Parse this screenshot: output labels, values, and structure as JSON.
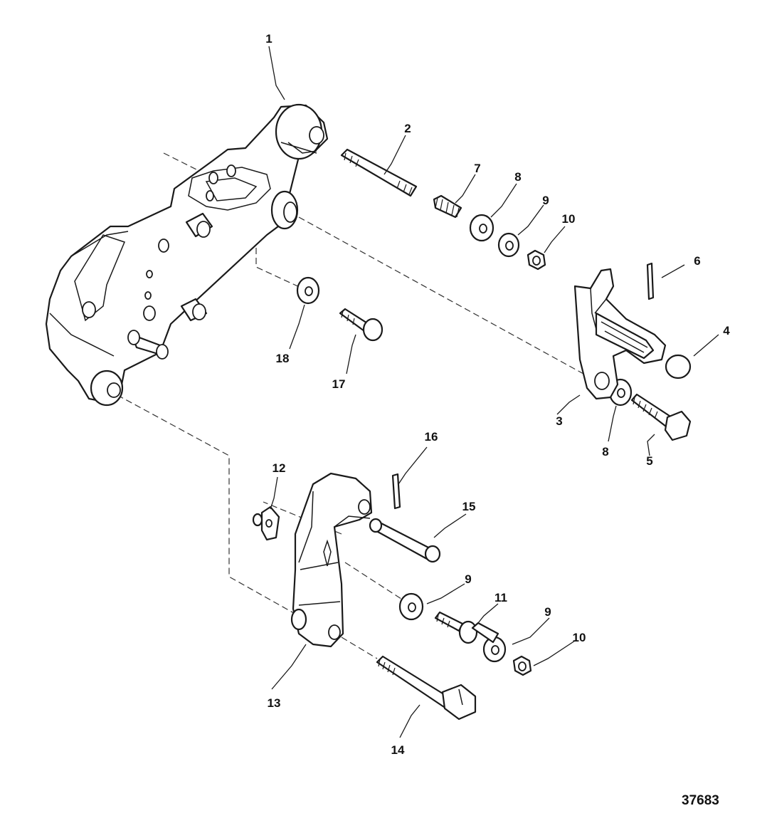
{
  "callouts": {
    "c1": "1",
    "c2": "2",
    "c3": "3",
    "c4": "4",
    "c5": "5",
    "c6": "6",
    "c7": "7",
    "c8a": "8",
    "c8b": "8",
    "c9a": "9",
    "c9b": "9",
    "c9c": "9",
    "c10a": "10",
    "c10b": "10",
    "c11": "11",
    "c12": "12",
    "c13": "13",
    "c14": "14",
    "c15": "15",
    "c16": "16",
    "c17": "17",
    "c18": "18"
  },
  "figure_number": "37683"
}
